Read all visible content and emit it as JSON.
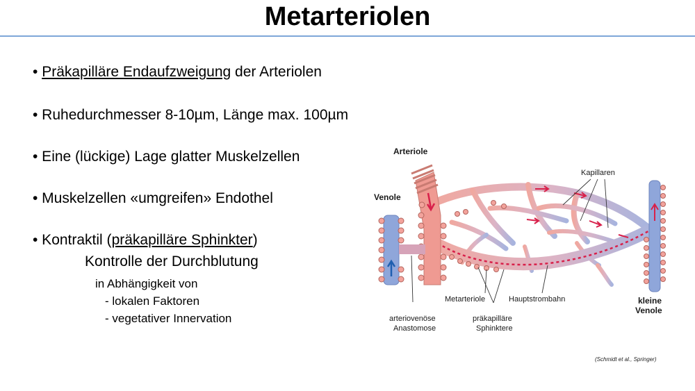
{
  "slide": {
    "title": "Metarteriolen",
    "bullets": {
      "b1_mark": "•",
      "b1_underlined": "Präkapilläre Endaufzweigung",
      "b1_rest": " der Arteriolen",
      "b2": "• Ruhedurchmesser 8-10µm, Länge max. 100µm",
      "b3": "• Eine (lückige) Lage glatter Muskelzellen",
      "b4": "• Muskelzellen «umgreifen» Endothel",
      "b5_pre": "• Kontraktil (",
      "b5_underlined": "präkapilläre Sphinkter",
      "b5_post": ")"
    },
    "sub_control": "Kontrolle der Durchblutung",
    "sub_dependency": "in Abhängigkeit von",
    "sub_items": [
      "- lokalen Faktoren",
      "- vegetativer Innervation"
    ],
    "citation": "(Schmidt et al., Springer)"
  },
  "diagram": {
    "labels": {
      "arteriole": "Arteriole",
      "venole": "Venole",
      "kapillaren": "Kapillaren",
      "metarteriole": "Metarteriole",
      "hauptstrombahn": "Hauptstrombahn",
      "anastomose_1": "arteriovenöse",
      "anastomose_2": "Anastomose",
      "sphinkter_1": "präkapilläre",
      "sphinkter_2": "Sphinktere",
      "kleine_venole_1": "kleine",
      "kleine_venole_2": "Venole"
    },
    "colors": {
      "artery": "#ef9a92",
      "vein": "#8fa6da",
      "capillary": "#e2b6c2",
      "muscle": "#c97b72",
      "flow_arrow": "#d8204a"
    }
  }
}
